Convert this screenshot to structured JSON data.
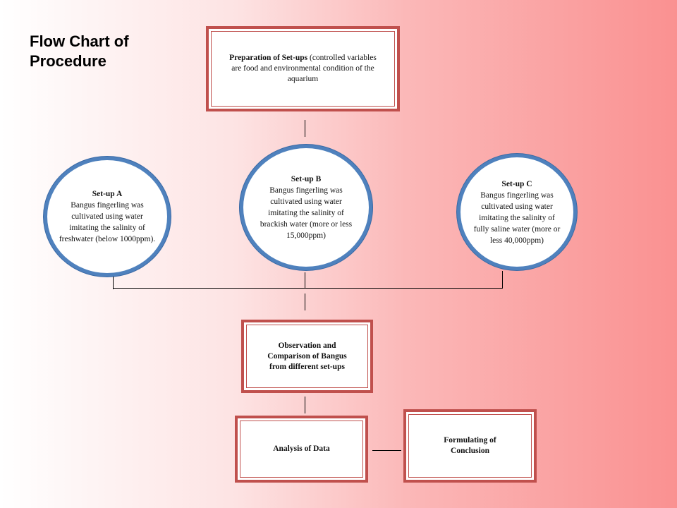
{
  "title_line1": "Flow Chart of",
  "title_line2": "Procedure",
  "prep": {
    "bold": "Preparation of Set-ups",
    "rest": " (controlled variables are food and environmental condition of the aquarium"
  },
  "setup_a": {
    "label": "Set-up A",
    "text": "Bangus fingerling was cultivated using water imitating the salinity of freshwater (below 1000ppm)."
  },
  "setup_b": {
    "label": "Set-up B",
    "text": "Bangus fingerling was cultivated using water imitating the salinity of brackish water (more or less 15,000ppm)"
  },
  "setup_c": {
    "label": "Set-up C",
    "text": "Bangus fingerling was cultivated using water imitating the salinity of fully saline water (more or less 40,000ppm)"
  },
  "observation": "Observation and Comparison of Bangus from different set-ups",
  "analysis": "Analysis of Data",
  "conclusion": "Formulating of Conclusion"
}
